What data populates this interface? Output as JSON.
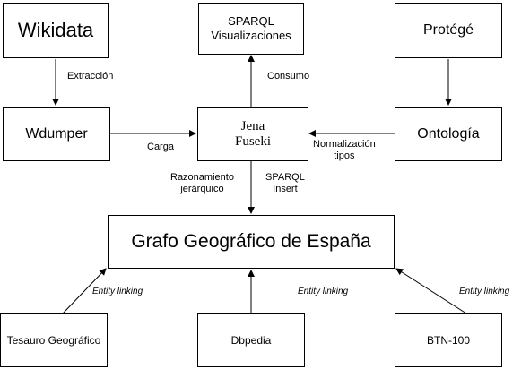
{
  "nodes": {
    "wikidata": "Wikidata",
    "sparql_vis_line1": "SPARQL",
    "sparql_vis_line2": "Visualizaciones",
    "protege": "Protégé",
    "wdumper": "Wdumper",
    "jena_line1": "Jena",
    "jena_line2": "Fuseki",
    "ontologia": "Ontología",
    "grafo": "Grafo Geográfico de España",
    "tesauro": "Tesauro Geográfico",
    "dbpedia": "Dbpedia",
    "btn100": "BTN-100"
  },
  "edges": {
    "extraccion": "Extracción",
    "consumo": "Consumo",
    "carga": "Carga",
    "normalizacion_line1": "Normalización",
    "normalizacion_line2": "tipos",
    "razonamiento_line1": "Razonamiento",
    "razonamiento_line2": "jerárquico",
    "sparql_insert_line1": "SPARQL",
    "sparql_insert_line2": "Insert",
    "entity_linking_left": "Entity linking",
    "entity_linking_center": "Entity linking",
    "entity_linking_right": "Entity linking"
  }
}
